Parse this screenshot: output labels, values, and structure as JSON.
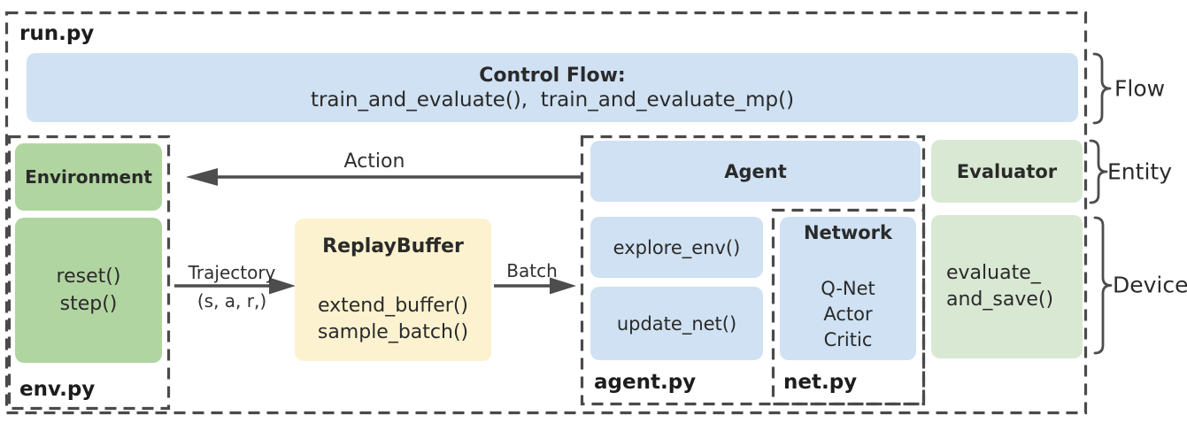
{
  "diagram": {
    "run_module": {
      "label": "run.py"
    },
    "control_flow": {
      "title": "Control Flow:",
      "functions": "train_and_evaluate(),  train_and_evaluate_mp()"
    },
    "env_module": {
      "label": "env.py",
      "entity": "Environment",
      "methods": [
        "reset()",
        "step()"
      ]
    },
    "replay_buffer": {
      "title": "ReplayBuffer",
      "methods": [
        "extend_buffer()",
        "sample_batch()"
      ]
    },
    "agent_module": {
      "label": "agent.py",
      "entity": "Agent",
      "methods": [
        "explore_env()",
        "update_net()"
      ]
    },
    "net_module": {
      "label": "net.py",
      "entity": "Network",
      "networks": [
        "Q-Net",
        "Actor",
        "Critic"
      ]
    },
    "evaluator_module": {
      "entity": "Evaluator",
      "method_lines": [
        "evaluate_",
        "and_save()"
      ]
    },
    "arrows": {
      "action": "Action",
      "trajectory": "Trajectory",
      "trajectory_tuple": "(s, a, r,)",
      "batch": "Batch"
    },
    "braces": {
      "flow": "Flow",
      "entity": "Entity",
      "device": "Device"
    },
    "colors": {
      "blue": "#cfe1f2",
      "green": "#b1d5a1",
      "pale_green": "#d9e8d3",
      "yellow": "#fcf2cf",
      "line": "#4a4a4a",
      "text": "#2a2a2a"
    }
  }
}
